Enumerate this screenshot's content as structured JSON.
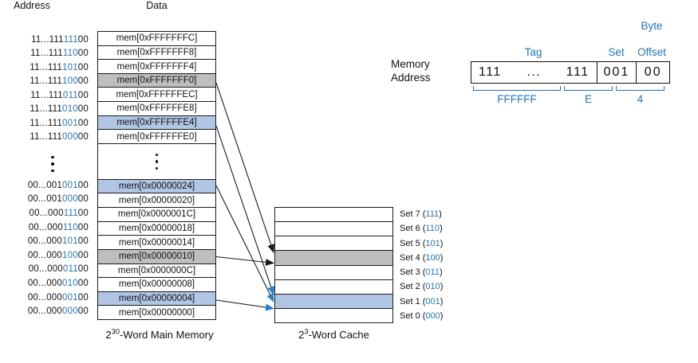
{
  "colors": {
    "accent_blue": "#2176bb",
    "arrow_blue": "#2b7fc4",
    "arrow_black": "#1a1a1a",
    "row_highlight_blue": "#b0c6e4",
    "row_highlight_gray": "#bebebe"
  },
  "main_memory": {
    "address_header": "Address",
    "data_header": "Data",
    "caption_base": "2",
    "caption_exp": "30",
    "caption_rest": "-Word Main Memory",
    "top_rows": [
      {
        "prefix": "11...111",
        "set_bits": "111",
        "offset": "00",
        "data": "mem[0xFFFFFFFC]",
        "highlight": ""
      },
      {
        "prefix": "11...111",
        "set_bits": "110",
        "offset": "00",
        "data": "mem[0xFFFFFFF8]",
        "highlight": ""
      },
      {
        "prefix": "11...111",
        "set_bits": "101",
        "offset": "00",
        "data": "mem[0xFFFFFFF4]",
        "highlight": ""
      },
      {
        "prefix": "11...111",
        "set_bits": "100",
        "offset": "00",
        "data": "mem[0xFFFFFFF0]",
        "highlight": "gray"
      },
      {
        "prefix": "11...111",
        "set_bits": "011",
        "offset": "00",
        "data": "mem[0xFFFFFFEC]",
        "highlight": ""
      },
      {
        "prefix": "11...111",
        "set_bits": "010",
        "offset": "00",
        "data": "mem[0xFFFFFFE8]",
        "highlight": ""
      },
      {
        "prefix": "11...111",
        "set_bits": "001",
        "offset": "00",
        "data": "mem[0xFFFFFFE4]",
        "highlight": "blue"
      },
      {
        "prefix": "11...111",
        "set_bits": "000",
        "offset": "00",
        "data": "mem[0xFFFFFFE0]",
        "highlight": ""
      }
    ],
    "bottom_rows": [
      {
        "prefix": "00...001",
        "set_bits": "001",
        "offset": "00",
        "data": "mem[0x00000024]",
        "highlight": "blue"
      },
      {
        "prefix": "00...001",
        "set_bits": "000",
        "offset": "00",
        "data": "mem[0x00000020]",
        "highlight": ""
      },
      {
        "prefix": "00...000",
        "set_bits": "111",
        "offset": "00",
        "data": "mem[0x0000001C]",
        "highlight": ""
      },
      {
        "prefix": "00...000",
        "set_bits": "110",
        "offset": "00",
        "data": "mem[0x00000018]",
        "highlight": ""
      },
      {
        "prefix": "00...000",
        "set_bits": "101",
        "offset": "00",
        "data": "mem[0x00000014]",
        "highlight": ""
      },
      {
        "prefix": "00...000",
        "set_bits": "100",
        "offset": "00",
        "data": "mem[0x00000010]",
        "highlight": "gray"
      },
      {
        "prefix": "00...000",
        "set_bits": "011",
        "offset": "00",
        "data": "mem[0x0000000C]",
        "highlight": ""
      },
      {
        "prefix": "00...000",
        "set_bits": "010",
        "offset": "00",
        "data": "mem[0x00000008]",
        "highlight": ""
      },
      {
        "prefix": "00...000",
        "set_bits": "001",
        "offset": "00",
        "data": "mem[0x00000004]",
        "highlight": "blue"
      },
      {
        "prefix": "00...000",
        "set_bits": "000",
        "offset": "00",
        "data": "mem[0x00000000]",
        "highlight": ""
      }
    ]
  },
  "cache": {
    "caption_base": "2",
    "caption_exp": "3",
    "caption_rest": "-Word Cache",
    "sets": [
      {
        "name": "Set 7",
        "bits": "111",
        "highlight": ""
      },
      {
        "name": "Set 6",
        "bits": "110",
        "highlight": ""
      },
      {
        "name": "Set 5",
        "bits": "101",
        "highlight": ""
      },
      {
        "name": "Set 4",
        "bits": "100",
        "highlight": "gray"
      },
      {
        "name": "Set 3",
        "bits": "011",
        "highlight": ""
      },
      {
        "name": "Set 2",
        "bits": "010",
        "highlight": ""
      },
      {
        "name": "Set 1",
        "bits": "001",
        "highlight": "blue"
      },
      {
        "name": "Set 0",
        "bits": "000",
        "highlight": ""
      }
    ]
  },
  "address_fields": {
    "label_line1": "Memory",
    "label_line2": "Address",
    "byte_label": "Byte",
    "tag_label": "Tag",
    "set_label": "Set",
    "offset_label": "Offset",
    "tag_left": "111",
    "tag_dots": "...",
    "tag_right": "111",
    "set_value": "001",
    "offset_value": "00",
    "hex_tag": "FFFFFF",
    "hex_mid": "E",
    "hex_low": "4"
  },
  "mappings": [
    {
      "from": "mem[0xFFFFFFF0]",
      "to": "Set 4",
      "color": "black"
    },
    {
      "from": "mem[0xFFFFFFE4]",
      "to": "Set 1",
      "color": "blue"
    },
    {
      "from": "mem[0x00000024]",
      "to": "Set 1",
      "color": "blue"
    },
    {
      "from": "mem[0x00000010]",
      "to": "Set 4",
      "color": "black"
    },
    {
      "from": "mem[0x00000004]",
      "to": "Set 1",
      "color": "blue"
    }
  ]
}
